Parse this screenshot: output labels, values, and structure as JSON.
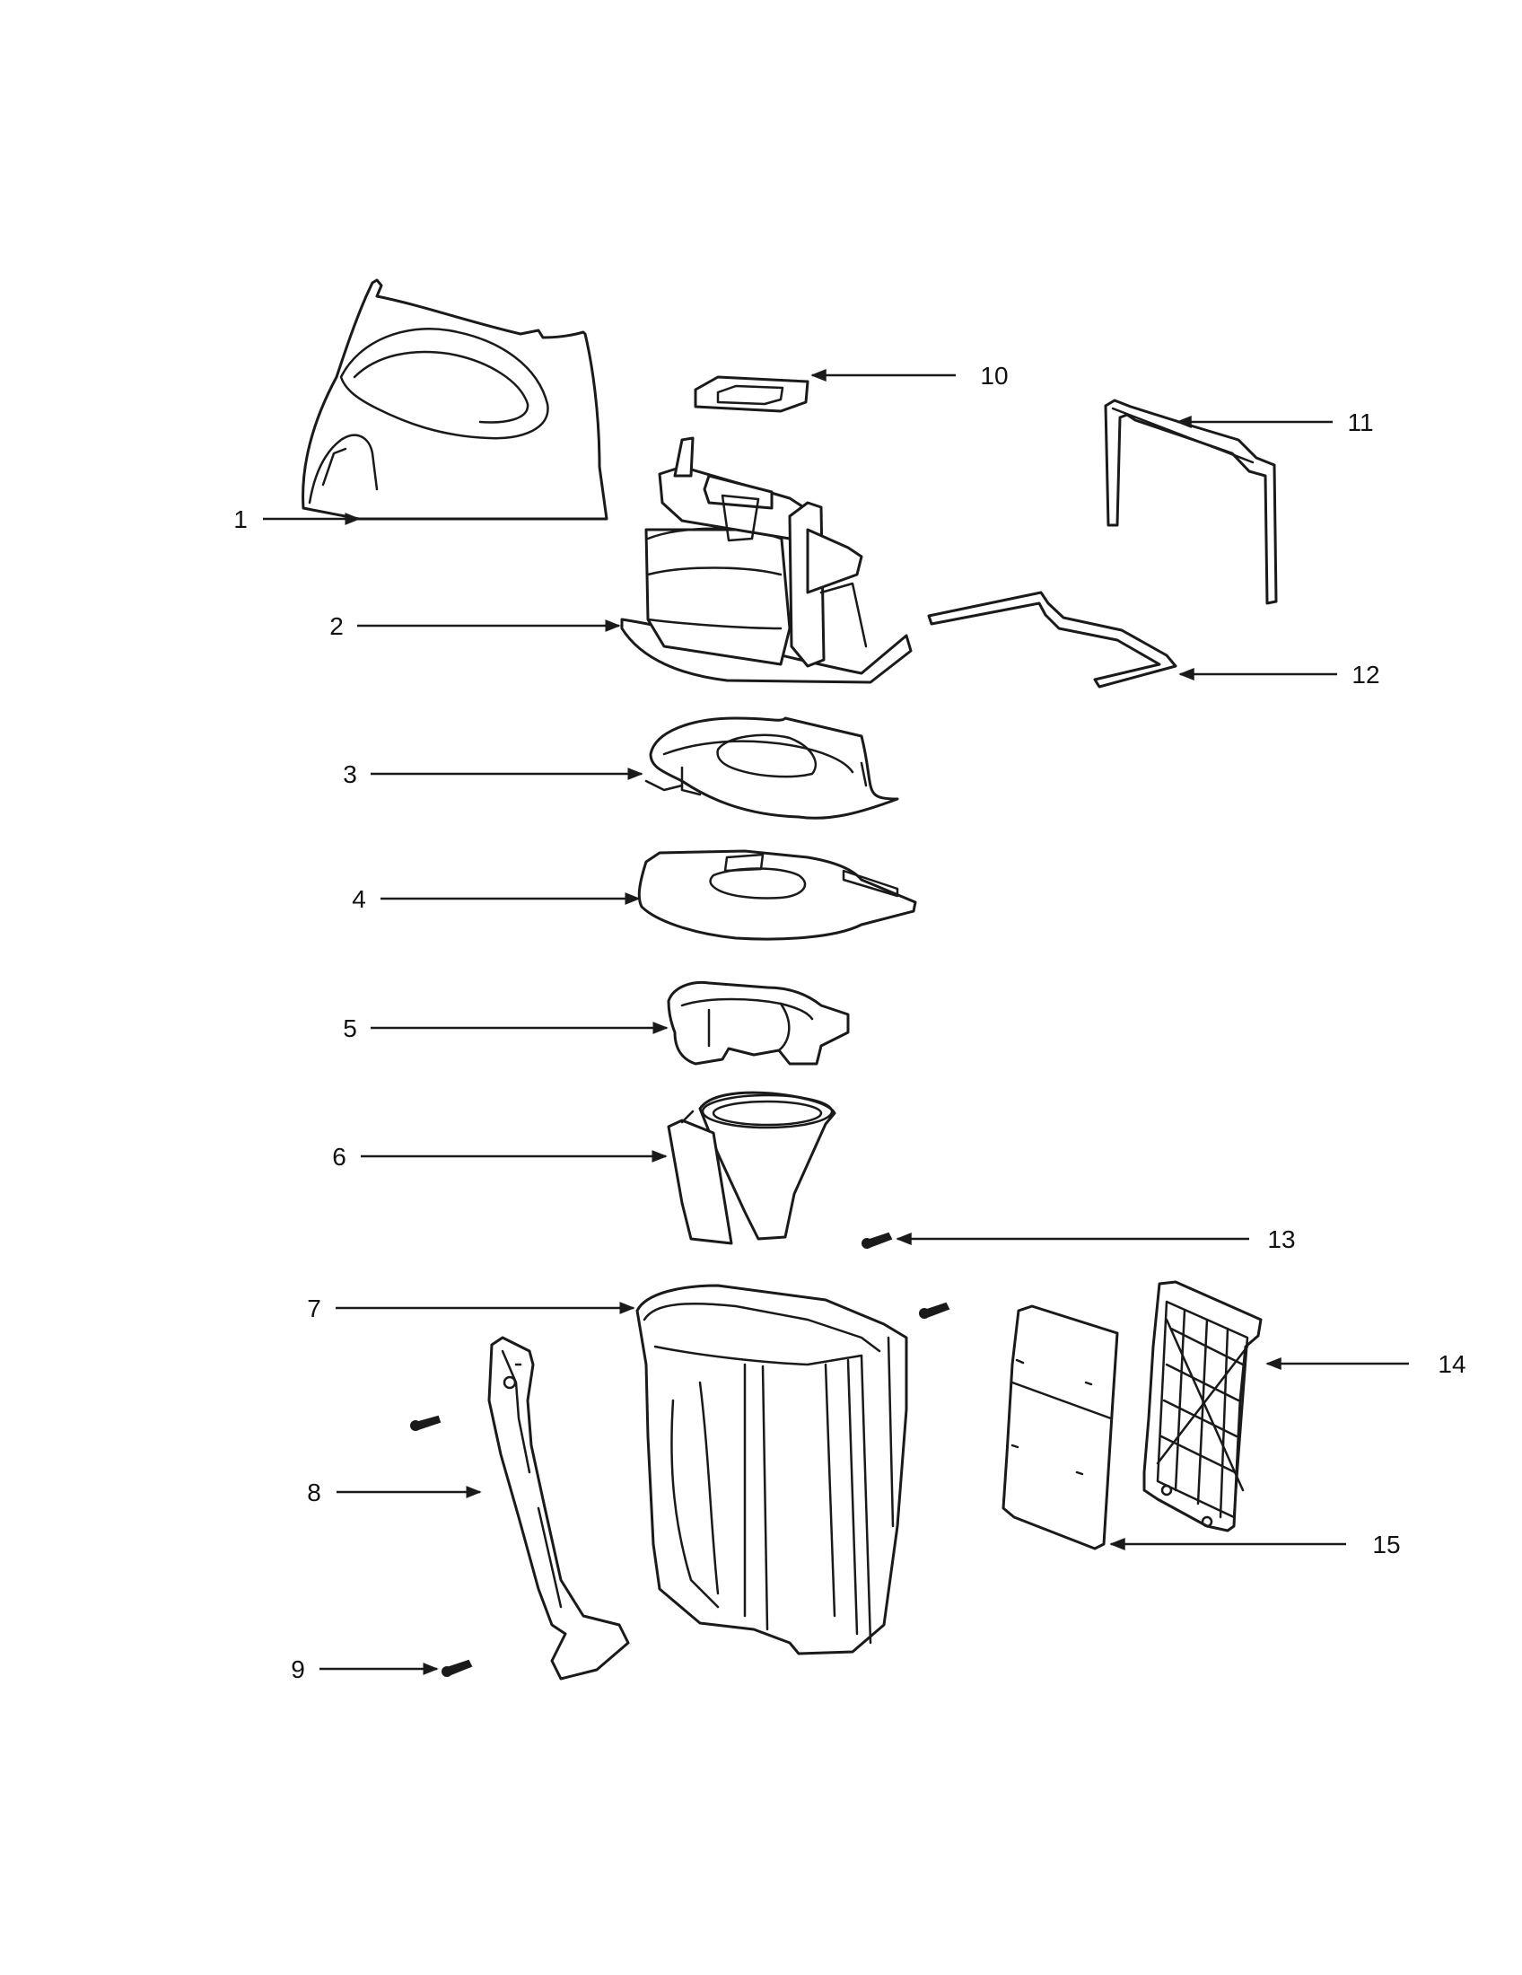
{
  "callouts": [
    {
      "number": "1"
    },
    {
      "number": "2"
    },
    {
      "number": "3"
    },
    {
      "number": "4"
    },
    {
      "number": "5"
    },
    {
      "number": "6"
    },
    {
      "number": "7"
    },
    {
      "number": "8"
    },
    {
      "number": "9"
    },
    {
      "number": "10"
    },
    {
      "number": "11"
    },
    {
      "number": "12"
    },
    {
      "number": "13"
    },
    {
      "number": "14"
    },
    {
      "number": "15"
    }
  ]
}
